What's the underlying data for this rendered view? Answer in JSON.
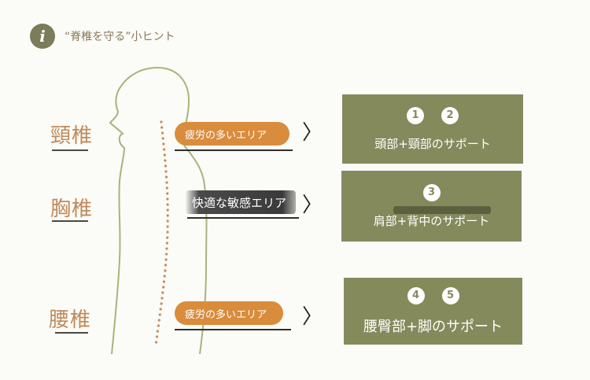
{
  "header": {
    "icon_letter": "i",
    "title": "“脊椎を守る”小ヒント"
  },
  "regions": {
    "neck": "頸椎",
    "chest": "胸椎",
    "lumbar": "腰椎"
  },
  "tags": {
    "neck": "疲労の多いエリア",
    "chest": "快適な敏感エリア",
    "lumbar": "疲労の多いエリア"
  },
  "boxes": {
    "neck": {
      "numbers": [
        "1",
        "2"
      ],
      "label": "頭部+頸部のサポート"
    },
    "chest": {
      "numbers": [
        "3"
      ],
      "label": "肩部+背中のサポート"
    },
    "lumbar": {
      "numbers": [
        "4",
        "5"
      ],
      "label": "腰臀部+脚のサポート"
    }
  },
  "arrow_glyph": "〉",
  "colors": {
    "box": "#858a5c",
    "tag_orange": "#d98c3c",
    "region_text": "#c08a5a",
    "outline": "#a8b47a",
    "spine_dots": "#c98a55"
  }
}
